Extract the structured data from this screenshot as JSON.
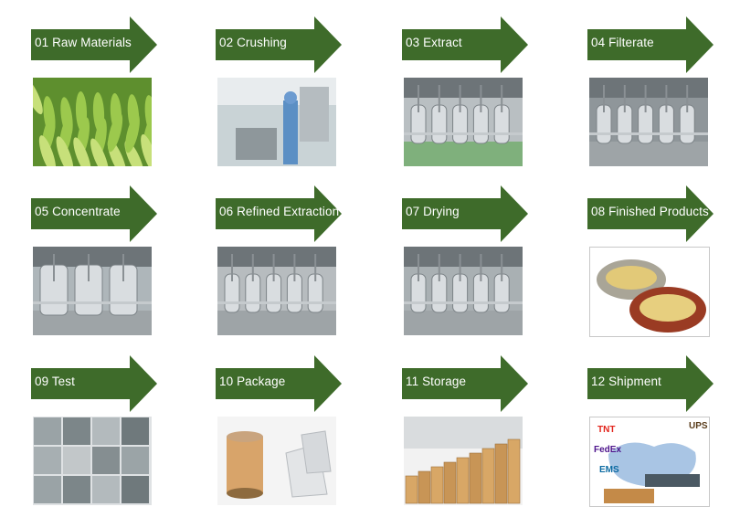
{
  "arrow_color": "#3e6b2a",
  "steps": [
    {
      "label": "01 Raw Materials",
      "icon": "tea-leaves-photo"
    },
    {
      "label": "02 Crushing",
      "icon": "crushing-machine-photo"
    },
    {
      "label": "03 Extract",
      "icon": "extraction-tanks-photo"
    },
    {
      "label": "04 Filterate",
      "icon": "filtration-equipment-photo"
    },
    {
      "label": "05 Concentrate",
      "icon": "concentration-tanks-photo"
    },
    {
      "label": "06 Refined Extraction",
      "icon": "refining-equipment-photo"
    },
    {
      "label": "07 Drying",
      "icon": "drying-equipment-photo"
    },
    {
      "label": "08 Finished Products",
      "icon": "powder-bowls-photo"
    },
    {
      "label": "09 Test",
      "icon": "laboratory-collage-photo"
    },
    {
      "label": "10 Package",
      "icon": "drum-and-bags-photo"
    },
    {
      "label": "11 Storage",
      "icon": "warehouse-cartons-photo"
    },
    {
      "label": "12 Shipment",
      "icon": "shipping-logos-photo"
    }
  ],
  "shipping_logos": [
    "TNT",
    "FedEx",
    "EMS",
    "UPS"
  ]
}
